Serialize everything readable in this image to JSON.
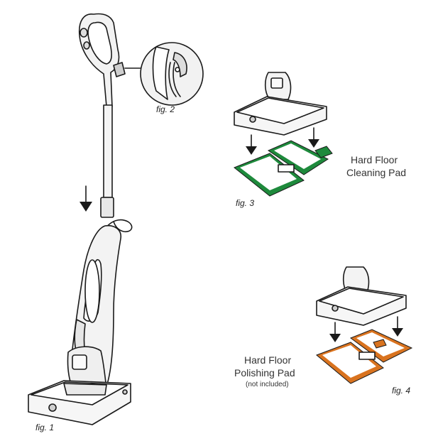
{
  "figures": {
    "fig1": {
      "caption": "fig. 1"
    },
    "fig2": {
      "caption": "fig. 2"
    },
    "fig3": {
      "caption": "fig. 3",
      "label_line1": "Hard Floor",
      "label_line2": "Cleaning Pad",
      "pad_color": "#1e8a3c"
    },
    "fig4": {
      "caption": "fig. 4",
      "label_line1": "Hard Floor",
      "label_line2": "Polishing Pad",
      "label_line3": "(not included)",
      "pad_color": "#d9731f"
    }
  },
  "icons": [
    "arrow-down-icon",
    "steam-mop-icon",
    "cord-hook-icon",
    "cleaning-pad-icon",
    "polishing-pad-icon"
  ]
}
